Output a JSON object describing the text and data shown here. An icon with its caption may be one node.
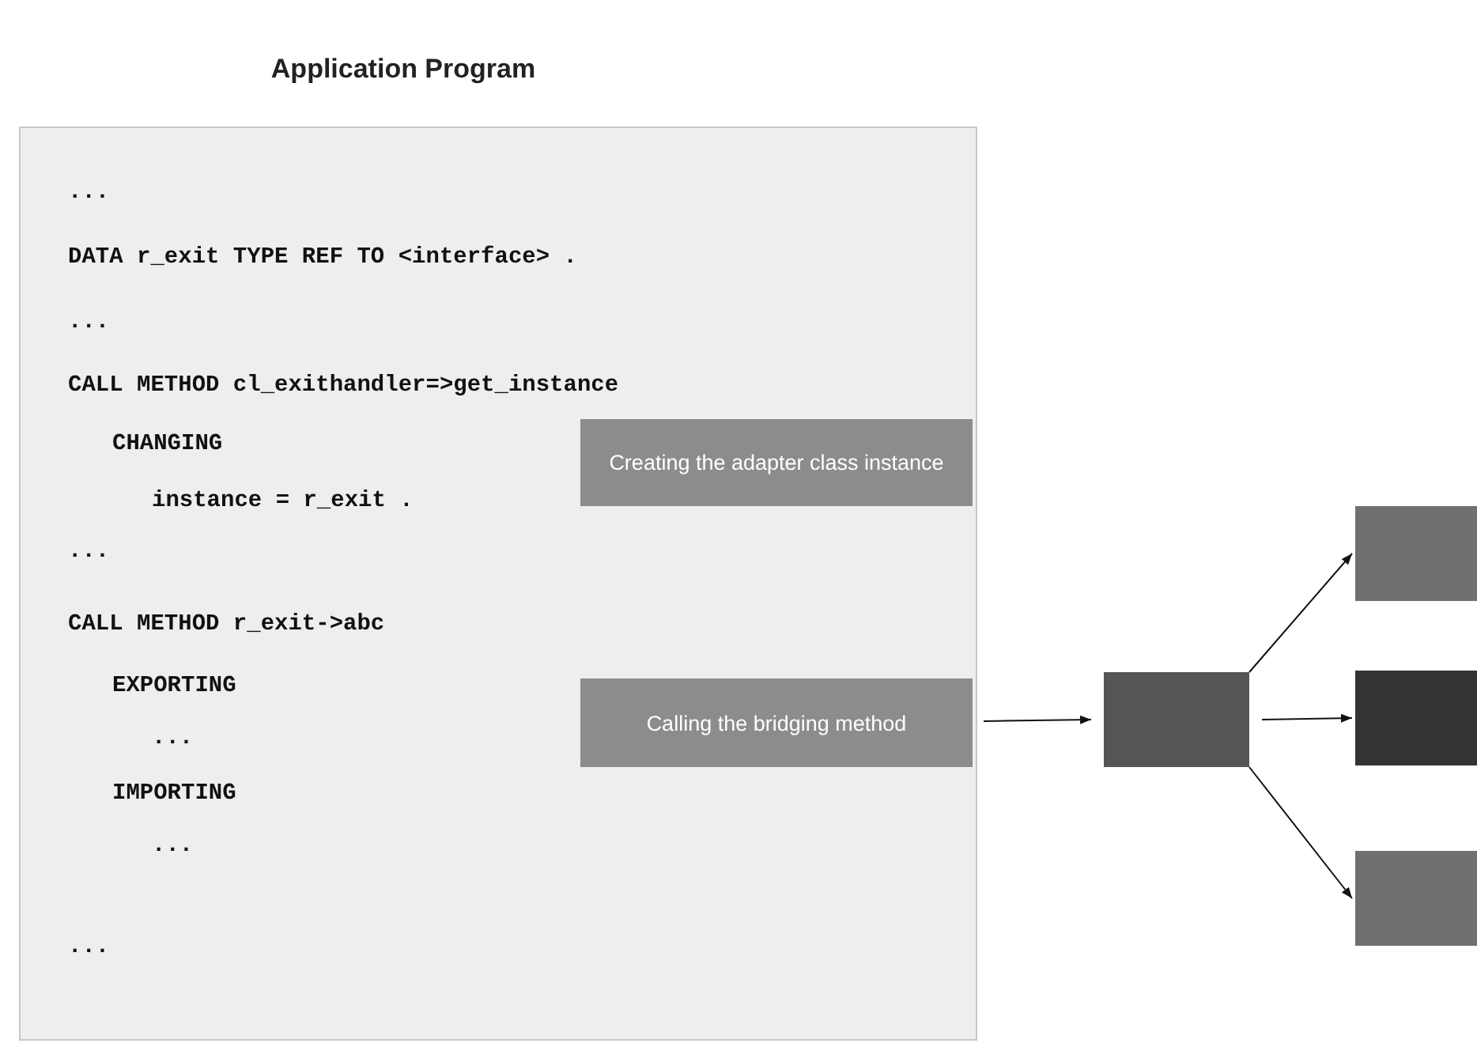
{
  "diagram": {
    "title": "Application Program",
    "nodes": [
      {
        "text": [
          "...",
          "DATA r_exit TYPE REF TO <interface> .",
          "...",
          "CALL METHOD cl_exithandler=>get_instance",
          "CHANGING",
          "instance = r_exit .",
          "...",
          "CALL METHOD r_exit->abc",
          "EXPORTING",
          "...",
          "IMPORTING",
          "...",
          "..."
        ]
      },
      {
        "text": [
          "Creating the adapter class instance"
        ],
        "in": 0
      },
      {
        "text": [
          "Calling the bridging method"
        ],
        "in": 0
      },
      {
        "text": [],
        "shape": "box"
      },
      {
        "text": [],
        "shape": "box"
      },
      {
        "text": [],
        "shape": "box"
      },
      {
        "text": [],
        "shape": "box"
      }
    ],
    "edges": [
      {
        "from": 2,
        "to": 3,
        "arrow": "to"
      },
      {
        "from": 3,
        "to": 4,
        "arrow": "to"
      },
      {
        "from": 3,
        "to": 5,
        "arrow": "to"
      },
      {
        "from": 3,
        "to": 6,
        "arrow": "to"
      }
    ]
  }
}
